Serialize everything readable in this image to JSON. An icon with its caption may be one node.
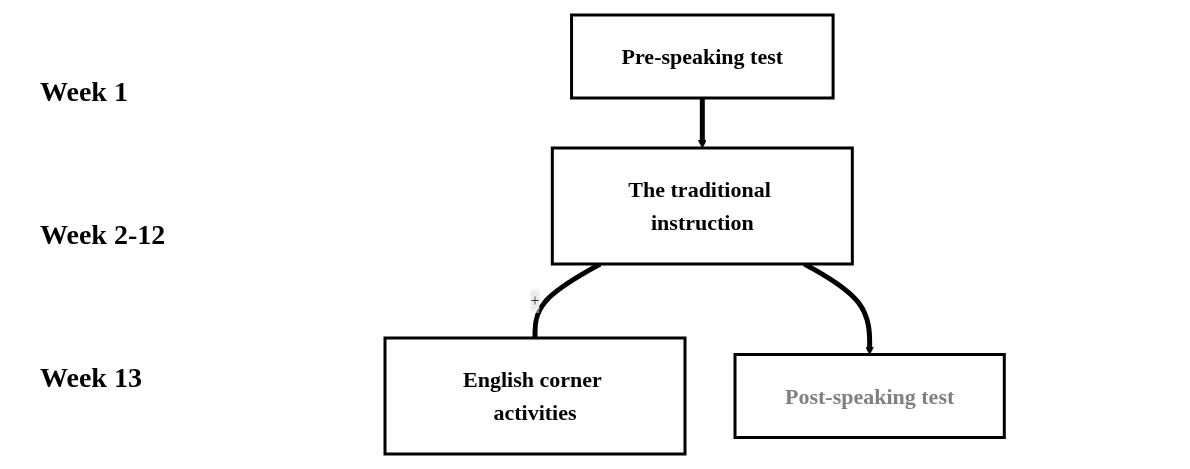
{
  "diagram": {
    "nodes": [
      {
        "text": [
          "Pre-speaking test"
        ]
      },
      {
        "text": [
          "The traditional instruction"
        ]
      },
      {
        "text": [
          "English corner activities"
        ]
      },
      {
        "text": [
          "Post-speaking test"
        ]
      }
    ],
    "edges": [
      {
        "from": 0,
        "to": 1,
        "arrow": "to"
      },
      {
        "from": 1,
        "to": 2,
        "arrow": "none",
        "label": "+"
      },
      {
        "from": 1,
        "to": 3,
        "arrow": "to"
      }
    ],
    "labels": [
      "Week 1",
      "Week 2-12",
      "Week 13"
    ]
  }
}
